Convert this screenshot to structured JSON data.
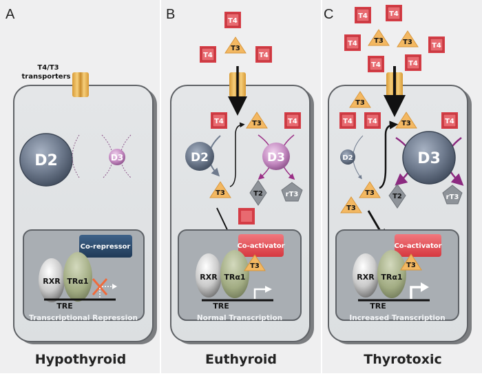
{
  "figure": {
    "panels": [
      {
        "letter": "A",
        "caption": "Hypothyroid",
        "transporter_label_line1": "T4/T3",
        "transporter_label_line2": "transporters",
        "enzyme_d2": "D2",
        "enzyme_d3": "D3",
        "cofactor": "Co-repressor",
        "rxr": "RXR",
        "tr": "TRα1",
        "tre": "TRE",
        "status": "Transcriptional Repression"
      },
      {
        "letter": "B",
        "caption": "Euthyroid",
        "t4": "T4",
        "t3": "T3",
        "t2": "T2",
        "rt3": "rT3",
        "enzyme_d2": "D2",
        "enzyme_d3": "D3",
        "cofactor": "Co-activator",
        "rxr": "RXR",
        "tr": "TRα1",
        "bound_t3": "T3",
        "tre": "TRE",
        "status": "Normal Transcription"
      },
      {
        "letter": "C",
        "caption": "Thyrotoxic",
        "t4": "T4",
        "t3": "T3",
        "t2": "T2",
        "rt3": "rT3",
        "enzyme_d2": "D2",
        "enzyme_d3": "D3",
        "cofactor": "Co-activator",
        "rxr": "RXR",
        "tr": "TRα1",
        "bound_t3": "T3",
        "tre": "TRE",
        "status": "Increased Transcription"
      }
    ]
  },
  "colors": {
    "background": "#efeff0",
    "cell": "#e2e4e6",
    "nucleus": "#a9aeb3",
    "t4": "#d9434b",
    "t3": "#f2b45e",
    "d2": "#6e7a8c",
    "d3_small": "#b97ab6",
    "corepressor": "#2f4d6e",
    "coactivator": "#e0464f",
    "transporter": "#e8b24e",
    "tr": "#a9b38c",
    "d3_arrow": "#9a2f86"
  }
}
